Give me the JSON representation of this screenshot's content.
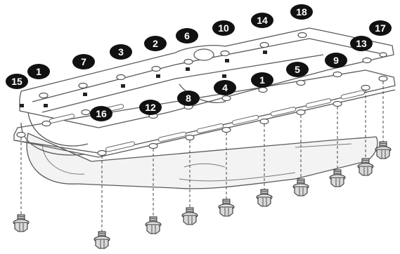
{
  "diagram": {
    "labels": [
      "1",
      "1",
      "2",
      "3",
      "4",
      "5",
      "6",
      "7",
      "8",
      "9",
      "10",
      "12",
      "13",
      "14",
      "15",
      "16",
      "17",
      "18"
    ]
  }
}
